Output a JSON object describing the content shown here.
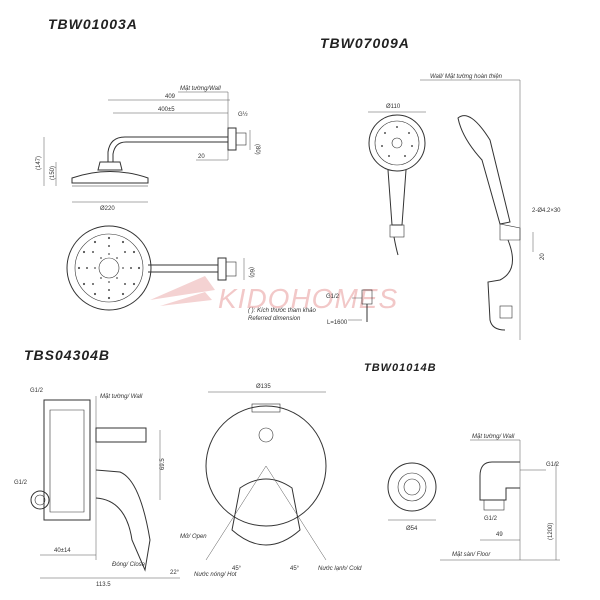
{
  "titles": {
    "shower_head": "TBW01003A",
    "hand_shower": "TBW07009A",
    "mixer": "TBS04304B",
    "elbow": "TBW01014B"
  },
  "watermark": "KIDOHOMES",
  "shower_head": {
    "wall_label": "Mặt tường/Wall",
    "dim_409": "409",
    "dim_400": "400±5",
    "dim_g12": "G½",
    "dim_80": "(80)",
    "dim_20": "20",
    "dim_147": "(147)",
    "dim_150": "(150)",
    "dim_220": "Ø220",
    "dim_60": "(60)",
    "ref_vi": "( ): Kích thước tham khảo",
    "ref_en": "Referred dimension"
  },
  "hand_shower": {
    "wall_label": "Wall/ Mặt tường hoàn thiện",
    "dim_110": "Ø110",
    "dim_screw": "2-Ø4.2×30",
    "dim_20": "20",
    "g12": "G1/2",
    "hose": "L=1600"
  },
  "mixer": {
    "g12_top": "G1/2",
    "g12_side": "G1/2",
    "wall_label": "Mặt tường/ Wall",
    "dim_695": "69.5",
    "dim_40": "40±14",
    "dim_1135": "113.5",
    "dim_135": "Ø135",
    "close": "Đóng/ Close",
    "open": "Mở/ Open",
    "hot": "Nước nóng/ Hot",
    "cold": "Nước lạnh/ Cold",
    "ang22": "22°",
    "ang45a": "45°",
    "ang45b": "45°"
  },
  "elbow": {
    "wall_label": "Mặt tường/ Wall",
    "g12_a": "G1/2",
    "g12_b": "G1/2",
    "dim_54": "Ø54",
    "dim_49": "49",
    "dim_1200": "(1200)",
    "floor": "Mặt sàn/ Floor"
  }
}
